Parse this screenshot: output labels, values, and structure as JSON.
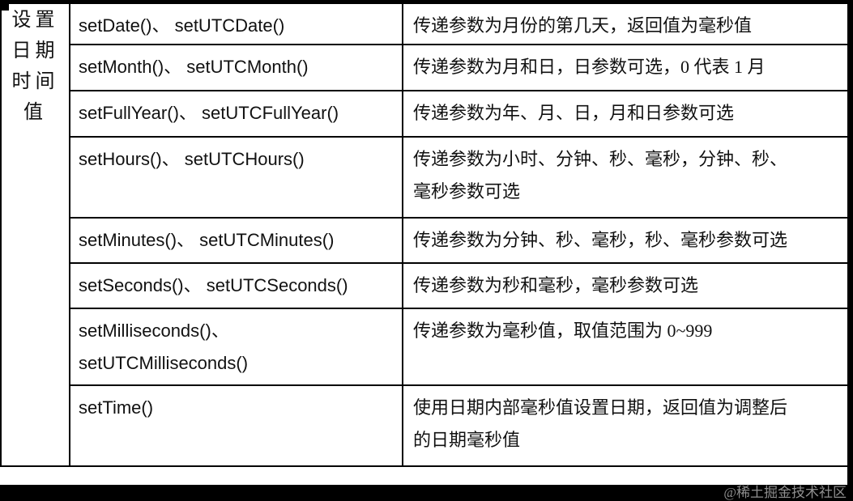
{
  "table": {
    "group_label": "设置\n日期\n时间\n值",
    "rows": [
      {
        "methods": "setDate()、 setUTCDate()",
        "description": "传递参数为月份的第几天，返回值为毫秒值"
      },
      {
        "methods": "setMonth()、 setUTCMonth()",
        "description": "传递参数为月和日，日参数可选，0 代表 1 月"
      },
      {
        "methods": "setFullYear()、 setUTCFullYear()",
        "description": "传递参数为年、月、日，月和日参数可选"
      },
      {
        "methods": "setHours()、 setUTCHours()",
        "description": "传递参数为小时、分钟、秒、毫秒，分钟、秒、\n毫秒参数可选"
      },
      {
        "methods": "setMinutes()、 setUTCMinutes()",
        "description": "传递参数为分钟、秒、毫秒，秒、毫秒参数可选"
      },
      {
        "methods": "setSeconds()、 setUTCSeconds()",
        "description": "传递参数为秒和毫秒，毫秒参数可选"
      },
      {
        "methods": "setMilliseconds()、\nsetUTCMilliseconds()",
        "description": "传递参数为毫秒值，取值范围为 0~999"
      },
      {
        "methods": "setTime()",
        "description": "使用日期内部毫秒值设置日期，返回值为调整后\n的日期毫秒值"
      }
    ]
  },
  "watermark": "@稀土掘金技术社区",
  "colors": {
    "border": "#000000",
    "background": "#ffffff",
    "bottom_bar": "#000000",
    "watermark_text": "#8f8f8f"
  }
}
